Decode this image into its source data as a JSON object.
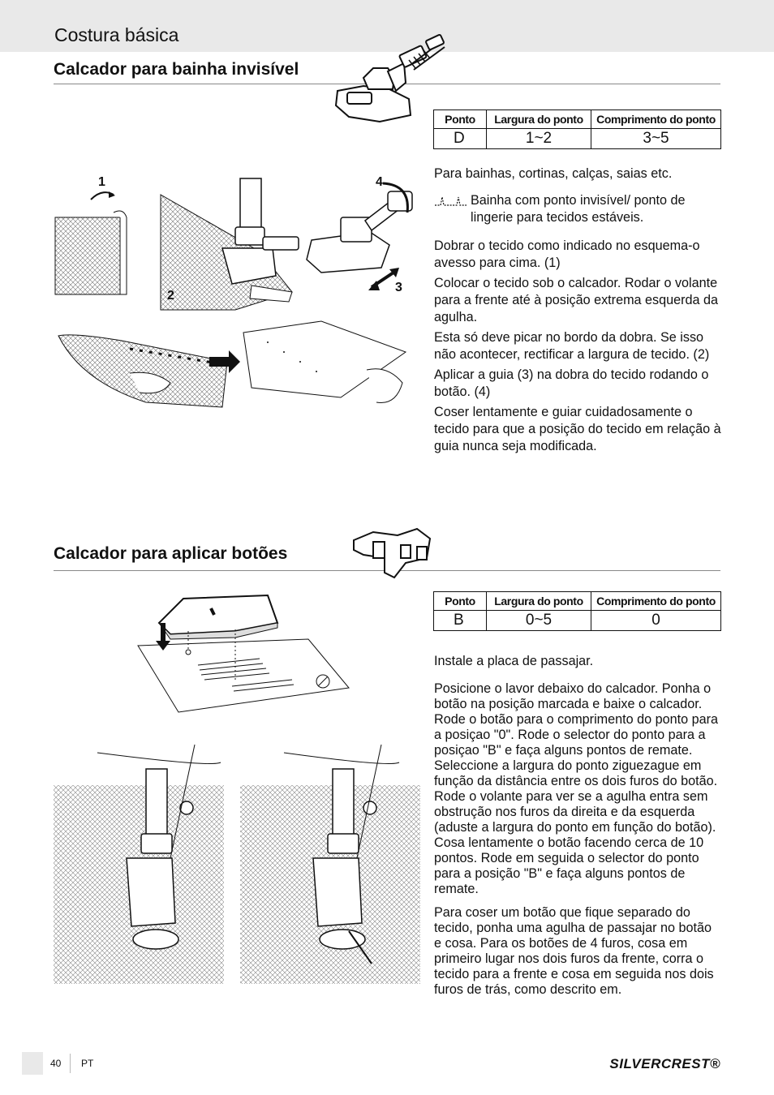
{
  "header": {
    "section": "Costura básica"
  },
  "section1": {
    "title": "Calcador para bainha invisível",
    "table": {
      "headers": [
        "Ponto",
        "Largura do ponto",
        "Comprimento do ponto"
      ],
      "values": [
        "D",
        "1~2",
        "3~5"
      ]
    },
    "intro": "Para bainhas, cortinas, calças, saias etc.",
    "stitch_line1": "Bainha com ponto invisível/ ponto de",
    "stitch_line2": "lingerie para tecidos estáveis.",
    "paragraphs": [
      "Dobrar o tecido  como indicado no esquema-o avesso para cima. (1)",
      "Colocar o tecido sob o calcador. Rodar o volante para a frente até à posição extrema esquerda da agulha.",
      "Esta só deve picar no bordo da dobra. Se isso não acontecer, rectificar a largura de tecido. (2)",
      "Aplicar a guia (3) na dobra do tecido rodando o botão. (4)",
      "Coser lentamente e guiar cuidadosamente o tecido para que a posição do tecido em relação à guia nunca seja modificada."
    ],
    "figure_labels": [
      "1",
      "2",
      "3",
      "4"
    ]
  },
  "section2": {
    "title": "Calcador para aplicar botões",
    "table": {
      "headers": [
        "Ponto",
        "Largura do ponto",
        "Comprimento do ponto"
      ],
      "values": [
        "B",
        "0~5",
        "0"
      ]
    },
    "paragraphs": [
      "Instale a placa de passajar.",
      "Posicione o lavor debaixo do calcador. Ponha o botão na posição marcada e baixe o calcador. Rode o botão para o comprimento do ponto para a posiçao \"0\". Rode o selector do ponto para a posiçao \"B\" e faça alguns pontos de remate. Seleccione a largura do ponto ziguezague em função da distância entre os dois furos do botão. Rode o volante para ver se a agulha entra sem obstrução nos furos da direita e da esquerda (aduste a largura do ponto em função do botão). Cosa lentamente o botão facendo cerca de 10 pontos. Rode em seguida o selector do ponto para a posição \"B\" e faça alguns pontos de remate.",
      "Para coser um botão que fique separado do tecido, ponha uma agulha de passajar no botão e cosa. Para os botões de 4 furos, cosa em primeiro lugar nos dois furos da frente, corra o tecido para a frente e cosa em seguida nos dois furos de trás, como descrito em."
    ]
  },
  "footer": {
    "page": "40",
    "lang": "PT",
    "brand": "SILVERCREST®"
  }
}
